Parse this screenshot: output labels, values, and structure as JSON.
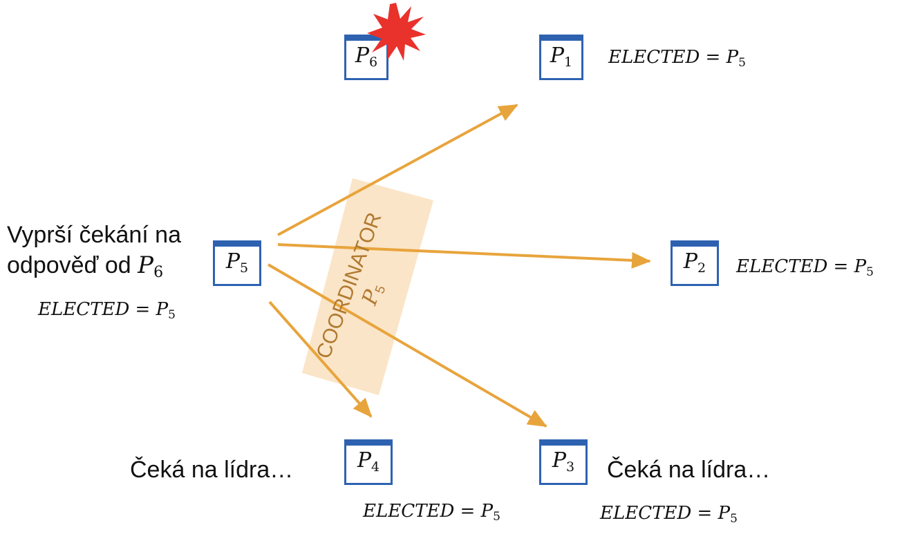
{
  "diagram": {
    "processes": [
      {
        "id": "p6",
        "letter": "P",
        "index": "6",
        "status": "crashed"
      },
      {
        "id": "p1",
        "letter": "P",
        "index": "1"
      },
      {
        "id": "p5",
        "letter": "P",
        "index": "5"
      },
      {
        "id": "p2",
        "letter": "P",
        "index": "2"
      },
      {
        "id": "p4",
        "letter": "P",
        "index": "4"
      },
      {
        "id": "p3",
        "letter": "P",
        "index": "3"
      }
    ],
    "elected": {
      "text": "ELECTED = P",
      "index": "5"
    },
    "message": {
      "title": "COORDINATOR",
      "letter": "P",
      "index": "5"
    },
    "p5_note": {
      "line1": "Vyprší čekání na",
      "line2": "odpověď od",
      "letter": "P",
      "index": "6"
    },
    "waiting_text": "Čeká na lídra…",
    "colors": {
      "box_border": "#2e62b1",
      "arrow": "#e8a43c",
      "label_bg": "#fbe5c8",
      "label_text": "#b07a30",
      "crash": "#e8322b"
    }
  }
}
